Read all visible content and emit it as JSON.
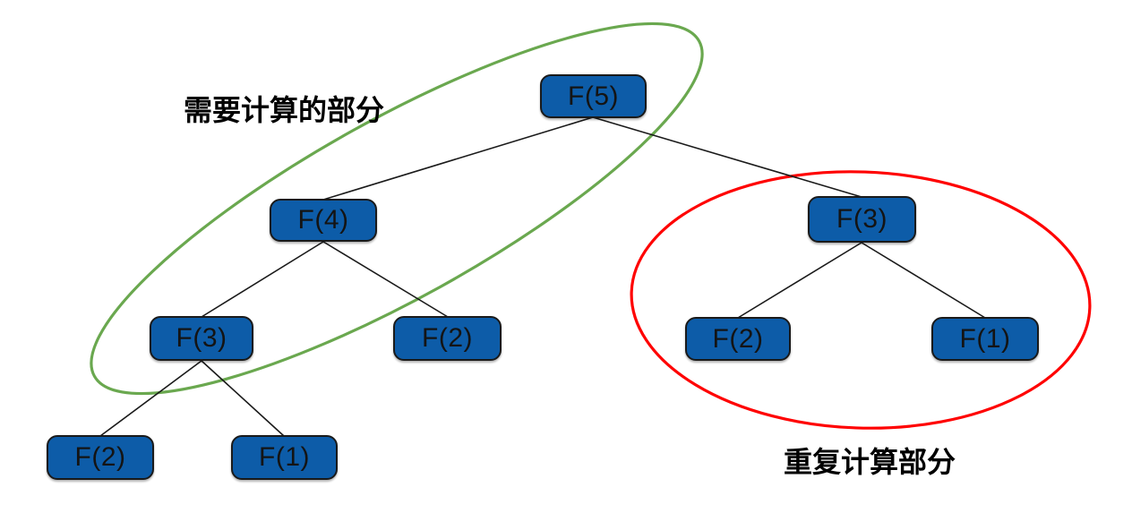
{
  "colors": {
    "background": "#ffffff",
    "node_fill": "#0d5ca8",
    "node_border": "#1a1a1a",
    "node_text": "#141414",
    "edge": "#1a1a1a",
    "green_outline": "#6aa84f",
    "red_outline": "#ff0000",
    "label_text": "#000000"
  },
  "annotations": {
    "needed_label": "需要计算的部分",
    "repeated_label": "重复计算部分"
  },
  "tree": {
    "nodes": [
      {
        "id": "f5",
        "label": "F(5)"
      },
      {
        "id": "f4",
        "label": "F(4)"
      },
      {
        "id": "f3-left",
        "label": "F(3)"
      },
      {
        "id": "f2-mid",
        "label": "F(2)"
      },
      {
        "id": "f2-bottom-left",
        "label": "F(2)"
      },
      {
        "id": "f1-bottom-left",
        "label": "F(1)"
      },
      {
        "id": "f3-right",
        "label": "F(3)"
      },
      {
        "id": "f2-right",
        "label": "F(2)"
      },
      {
        "id": "f1-right",
        "label": "F(1)"
      }
    ],
    "edges": [
      {
        "from": "f5",
        "to": "f4"
      },
      {
        "from": "f5",
        "to": "f3-right"
      },
      {
        "from": "f4",
        "to": "f3-left"
      },
      {
        "from": "f4",
        "to": "f2-mid"
      },
      {
        "from": "f3-left",
        "to": "f2-bottom-left"
      },
      {
        "from": "f3-left",
        "to": "f1-bottom-left"
      },
      {
        "from": "f3-right",
        "to": "f2-right"
      },
      {
        "from": "f3-right",
        "to": "f1-right"
      }
    ]
  }
}
